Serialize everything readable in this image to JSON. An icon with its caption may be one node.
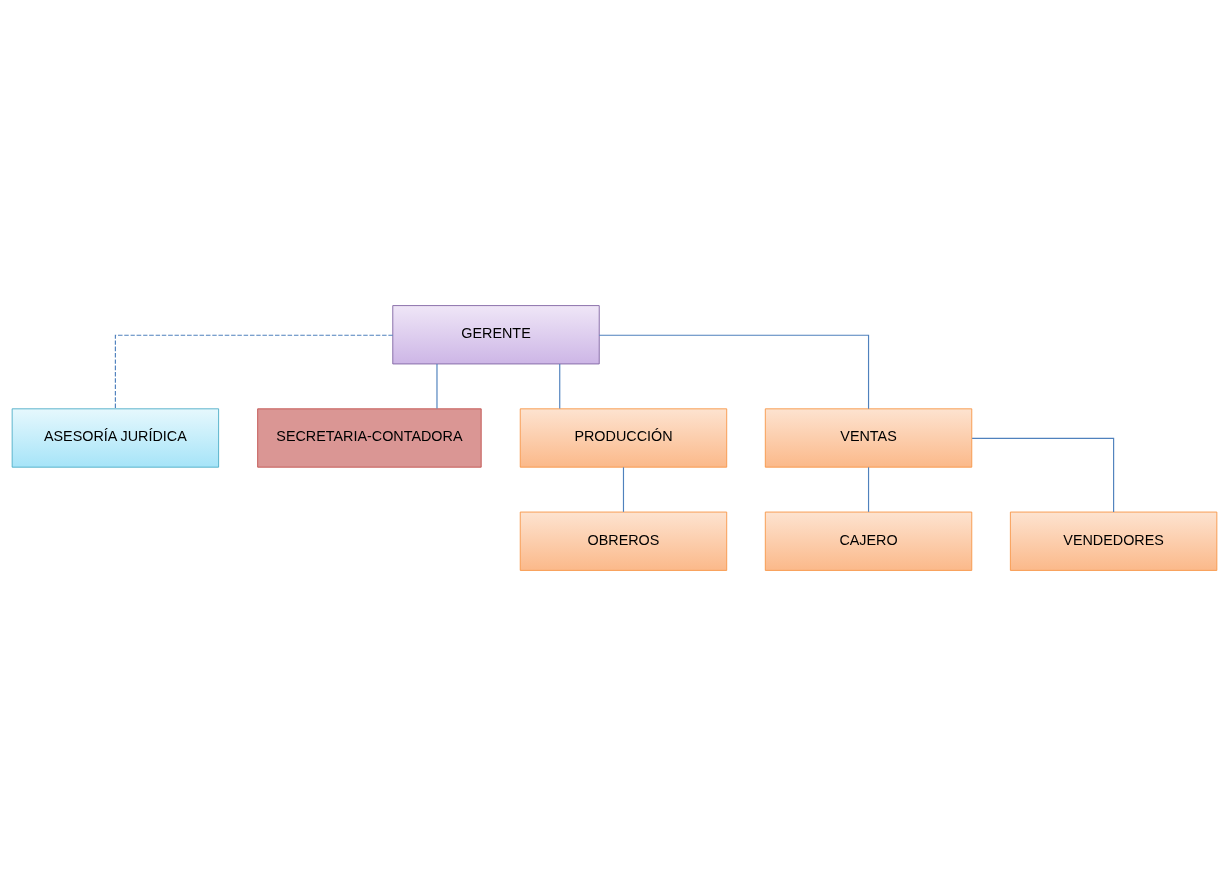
{
  "diagram": {
    "nodes": [
      {
        "text": [
          "GERENTE"
        ]
      },
      {
        "text": [
          "ASESORÍA JURÍDICA"
        ]
      },
      {
        "text": [
          "SECRETARIA-CONTADORA"
        ]
      },
      {
        "text": [
          "PRODUCCIÓN"
        ]
      },
      {
        "text": [
          "VENTAS"
        ]
      },
      {
        "text": [
          "OBREROS"
        ]
      },
      {
        "text": [
          "CAJERO"
        ]
      },
      {
        "text": [
          "VENDEDORES"
        ]
      }
    ],
    "edges": [
      {
        "from": 0,
        "to": 1,
        "arrow": "none",
        "style": "dashed"
      },
      {
        "from": 0,
        "to": 2,
        "arrow": "none"
      },
      {
        "from": 0,
        "to": 3,
        "arrow": "none"
      },
      {
        "from": 0,
        "to": 4,
        "arrow": "none"
      },
      {
        "from": 3,
        "to": 5,
        "arrow": "none"
      },
      {
        "from": 4,
        "to": 6,
        "arrow": "none"
      },
      {
        "from": 4,
        "to": 7,
        "arrow": "none"
      }
    ]
  }
}
